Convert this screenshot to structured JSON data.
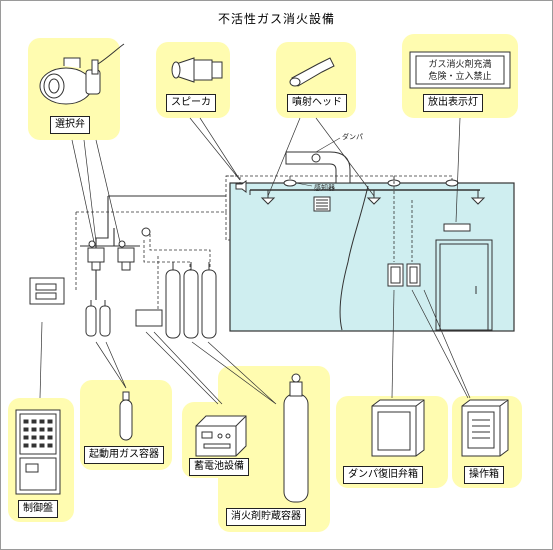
{
  "title": "不活性ガス消火設備",
  "labels": {
    "selector_valve": "選択弁",
    "speaker": "スピーカ",
    "nozzle": "噴射ヘッド",
    "discharge_lamp": "放出表示灯",
    "control_panel": "制御盤",
    "start_gas": "起動用ガス容器",
    "battery": "蓄電池設備",
    "storage_container": "消火剤貯蔵容器",
    "damper_box": "ダンパ復旧弁箱",
    "operation_box": "操作箱",
    "damper": "ダンパ",
    "detector": "感知器"
  },
  "lamp_text": [
    "ガス消火剤充満",
    "危険・立入禁止"
  ],
  "colors": {
    "panel": "#fffcb0",
    "room": "#cfeef0",
    "line": "#333333"
  }
}
